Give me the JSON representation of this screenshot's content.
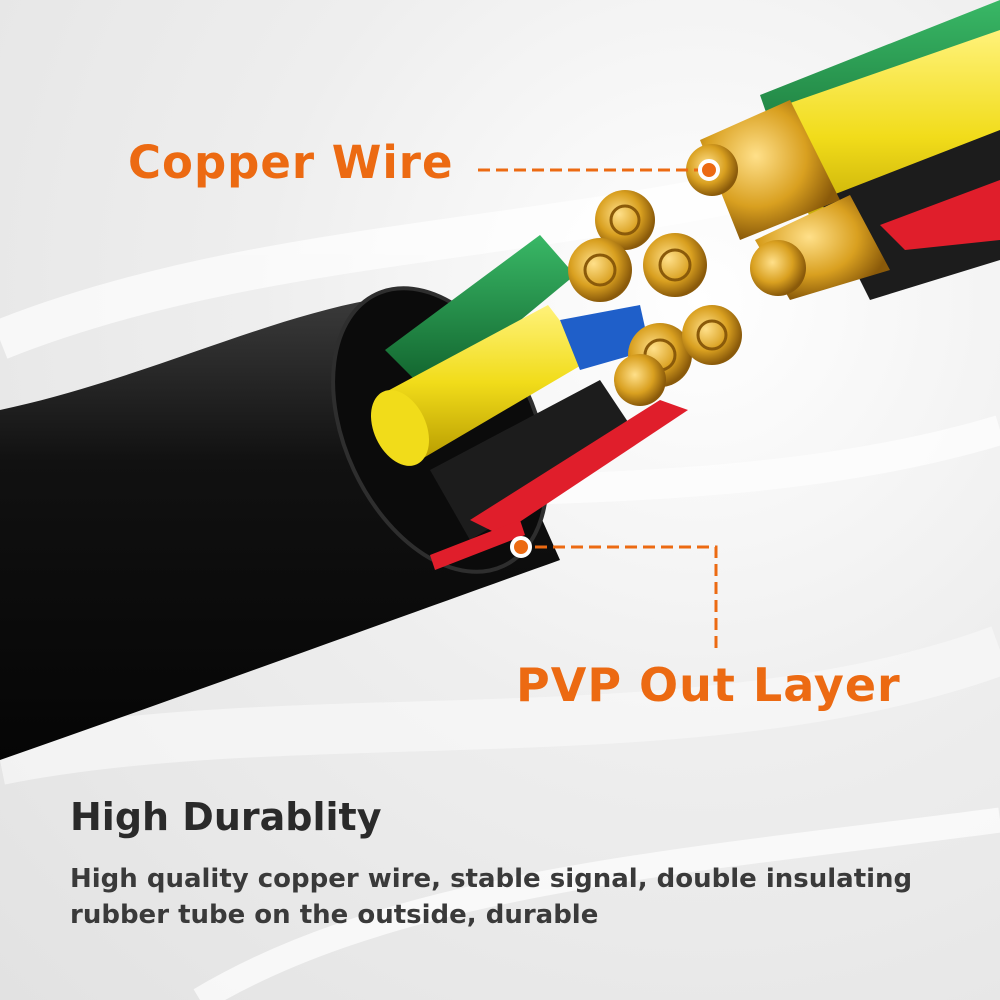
{
  "callouts": {
    "copper_wire": "Copper Wire",
    "outer_layer": "PVP Out Layer"
  },
  "feature": {
    "heading": "High Durablity",
    "description_line1": "High quality copper wire, stable signal, double insulating",
    "description_line2": "rubber tube on the outside, durable"
  },
  "colors": {
    "accent": "#ec6a12",
    "heading": "#2a2a2a",
    "body_text": "#3a3a3a",
    "jacket": "#141414",
    "copper": "#d9a020",
    "wire_yellow": "#f1dc1a",
    "wire_green": "#1f8f45",
    "wire_red": "#e01e2b",
    "wire_blue": "#1f5fc9",
    "wire_black": "#1c1c1c"
  }
}
